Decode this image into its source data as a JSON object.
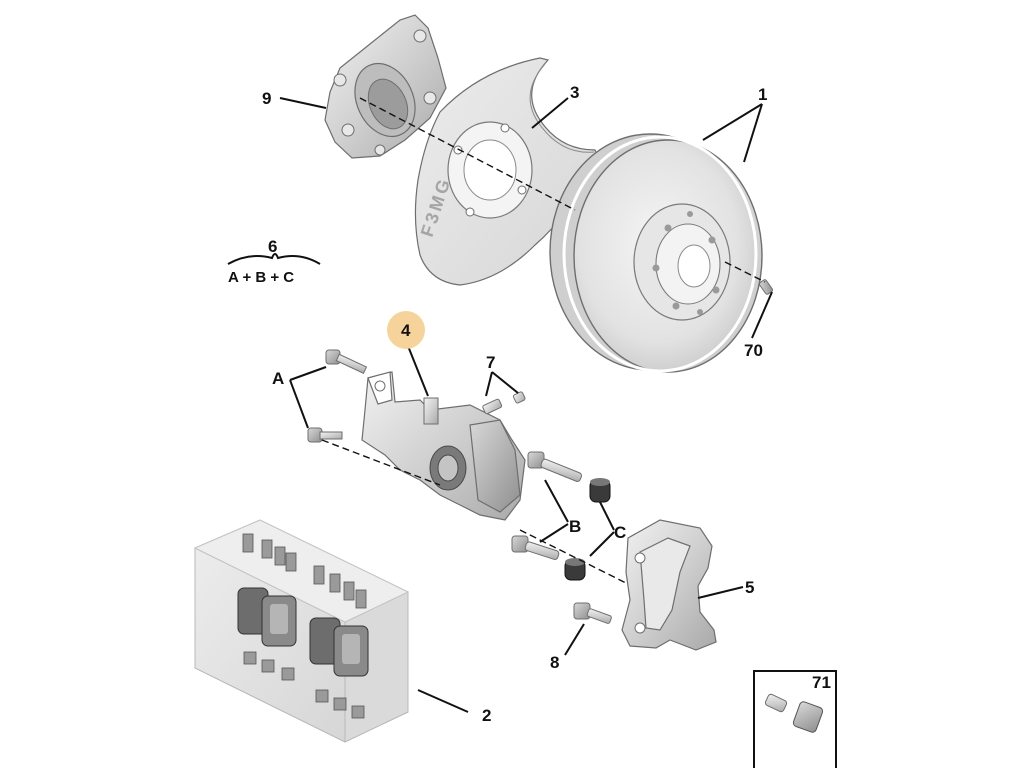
{
  "diagram": {
    "callouts": {
      "disc": "1",
      "pad_kit": "2",
      "dust_shield": "3",
      "caliper": "4",
      "carrier": "5",
      "repair_kit": "6",
      "bleed_screw": "7",
      "carrier_bolt": "8",
      "hub_carrier": "9",
      "disc_screw": "70",
      "screw_inset": "71"
    },
    "kit_formula": "A + B + C",
    "letters": {
      "a": "A",
      "b": "B",
      "c": "C"
    },
    "shield_text": "F3MG",
    "highlight_color": "#f6d39a"
  }
}
